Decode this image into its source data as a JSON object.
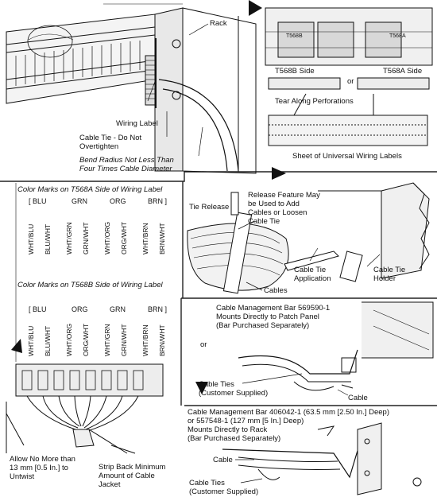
{
  "labels": {
    "rack": "Rack",
    "wiring_label": "Wiring Label",
    "cable_tie_warning": "Cable Tie - Do Not\nOvertighten",
    "bend_radius": "Bend Radius Not Less Than\nFour Times Cable Diameter",
    "t568b_side": "T568B Side",
    "or_top": "or",
    "t568a_side": "T568A Side",
    "tear_perforations": "Tear Along Perforations",
    "sheet_labels": "Sheet of Universal Wiring Labels",
    "panel_t568b": "T568B",
    "panel_t568a": "T568A",
    "tie_release": "Tie Release",
    "release_feature": "Release Feature May\nbe Used to Add\nCables or Loosen\nCable Tie",
    "cable_tie_application": "Cable Tie\nApplication",
    "cable_tie_holder": "Cable Tie\nHolder",
    "cables": "Cables",
    "bar_569590": "Cable Management Bar 569590-1\nMounts Directly to Patch Panel\n(Bar Purchased Separately)",
    "or_mid": "or",
    "cable_ties_customer_1": "Cable Ties\n(Customer Supplied)",
    "cable_1": "Cable",
    "bar_406042": "Cable Management Bar 406042-1 (63.5 mm [2.50 In.] Deep)\nor 557548-1 (127 mm [5 In.] Deep)\nMounts Directly to Rack\n(Bar Purchased Separately)",
    "cable_2": "Cable",
    "cable_ties_customer_2": "Cable Ties\n(Customer Supplied)",
    "untwist": "Allow No More than\n13 mm [0.5 In.] to\nUntwist",
    "strip_back": "Strip Back Minimum\nAmount of Cable\nJacket"
  },
  "t568a": {
    "title": "Color Marks on T568A Side of Wiring Label",
    "groups": [
      "[ BLU",
      "GRN",
      "ORG",
      "BRN ]"
    ],
    "wires": [
      "WHT/BLU",
      "BLU/WHT",
      "WHT/GRN",
      "GRN/WHT",
      "WHT/ORG",
      "ORG/WHT",
      "WHT/BRN",
      "BRN/WHT"
    ]
  },
  "t568b": {
    "title": "Color Marks on T568B Side of Wiring Label",
    "groups": [
      "[ BLU",
      "ORG",
      "GRN",
      "BRN ]"
    ],
    "wires": [
      "WHT/BLU",
      "BLU/WHT",
      "WHT/ORG",
      "ORG/WHT",
      "WHT/GRN",
      "GRN/WHT",
      "WHT/BRN",
      "BRN/WHT"
    ]
  }
}
